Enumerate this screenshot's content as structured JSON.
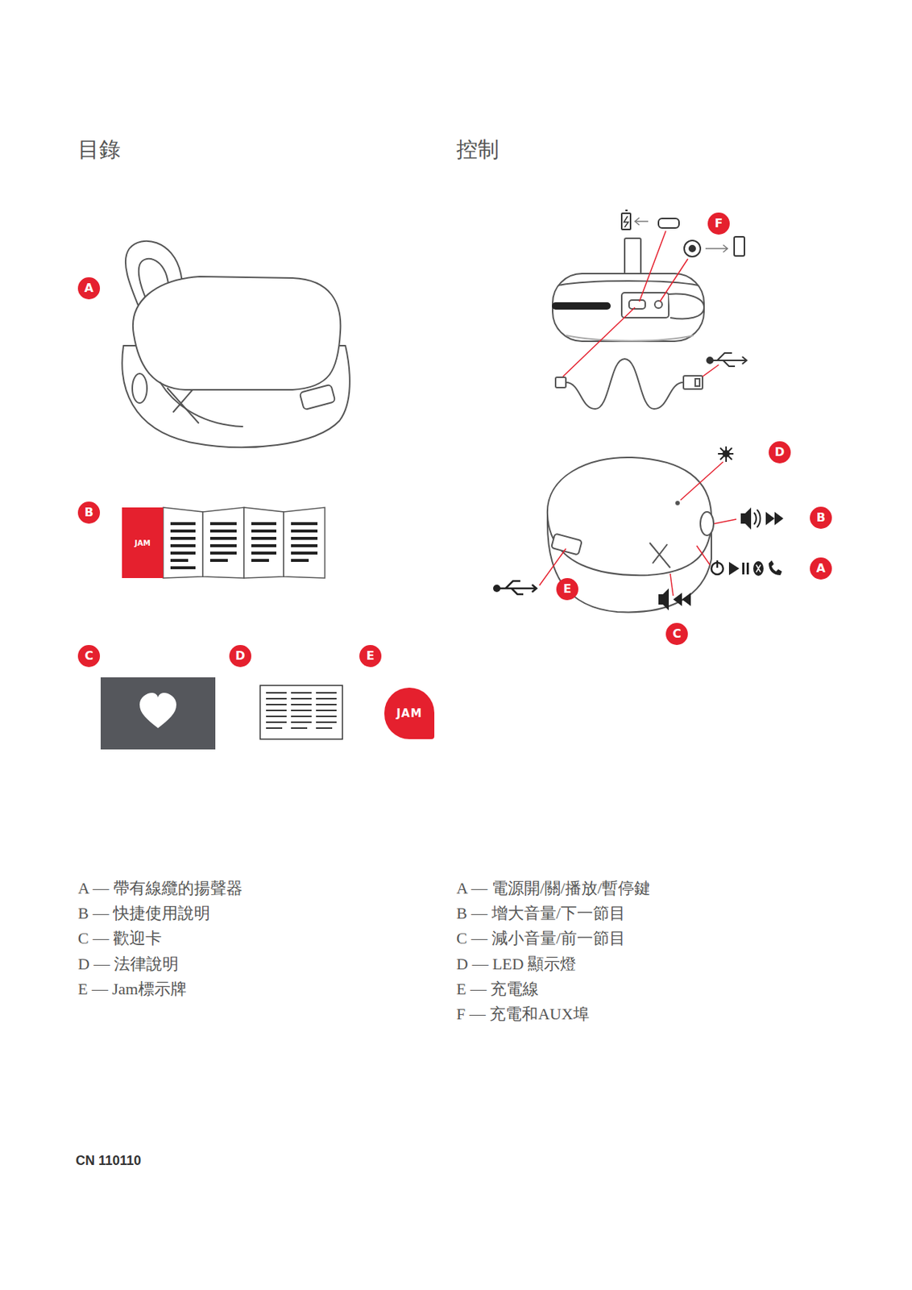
{
  "diagram": {
    "nodes": [
      {
        "text": [
          "A"
        ]
      },
      {
        "text": [
          "B"
        ]
      },
      {
        "text": [
          "JAM"
        ]
      },
      {
        "text": [
          "C"
        ]
      },
      {
        "text": [
          "D"
        ]
      },
      {
        "text": [
          "E"
        ]
      },
      {
        "text": [
          "JAM"
        ]
      },
      {
        "text": [
          "F"
        ]
      },
      {
        "text": [
          "D"
        ]
      },
      {
        "text": [
          "B"
        ]
      },
      {
        "text": [
          "A"
        ]
      },
      {
        "text": [
          "E"
        ]
      },
      {
        "text": [
          "C"
        ]
      }
    ],
    "edges": [],
    "labels": [
      "目錄",
      "控制",
      "A — 帶有線纜的揚聲器",
      "B — 快捷使用說明",
      "C — 歡迎卡",
      "D — 法律說明",
      "E — Jam標示牌",
      "A — 電源開/關/播放/暫停鍵",
      "B — 增大音量/下一節目",
      "C — 減小音量/前一節目",
      "D — LED 顯示燈",
      "E — 充電線",
      "F — 充電和AUX埠",
      "CN 110110"
    ]
  }
}
